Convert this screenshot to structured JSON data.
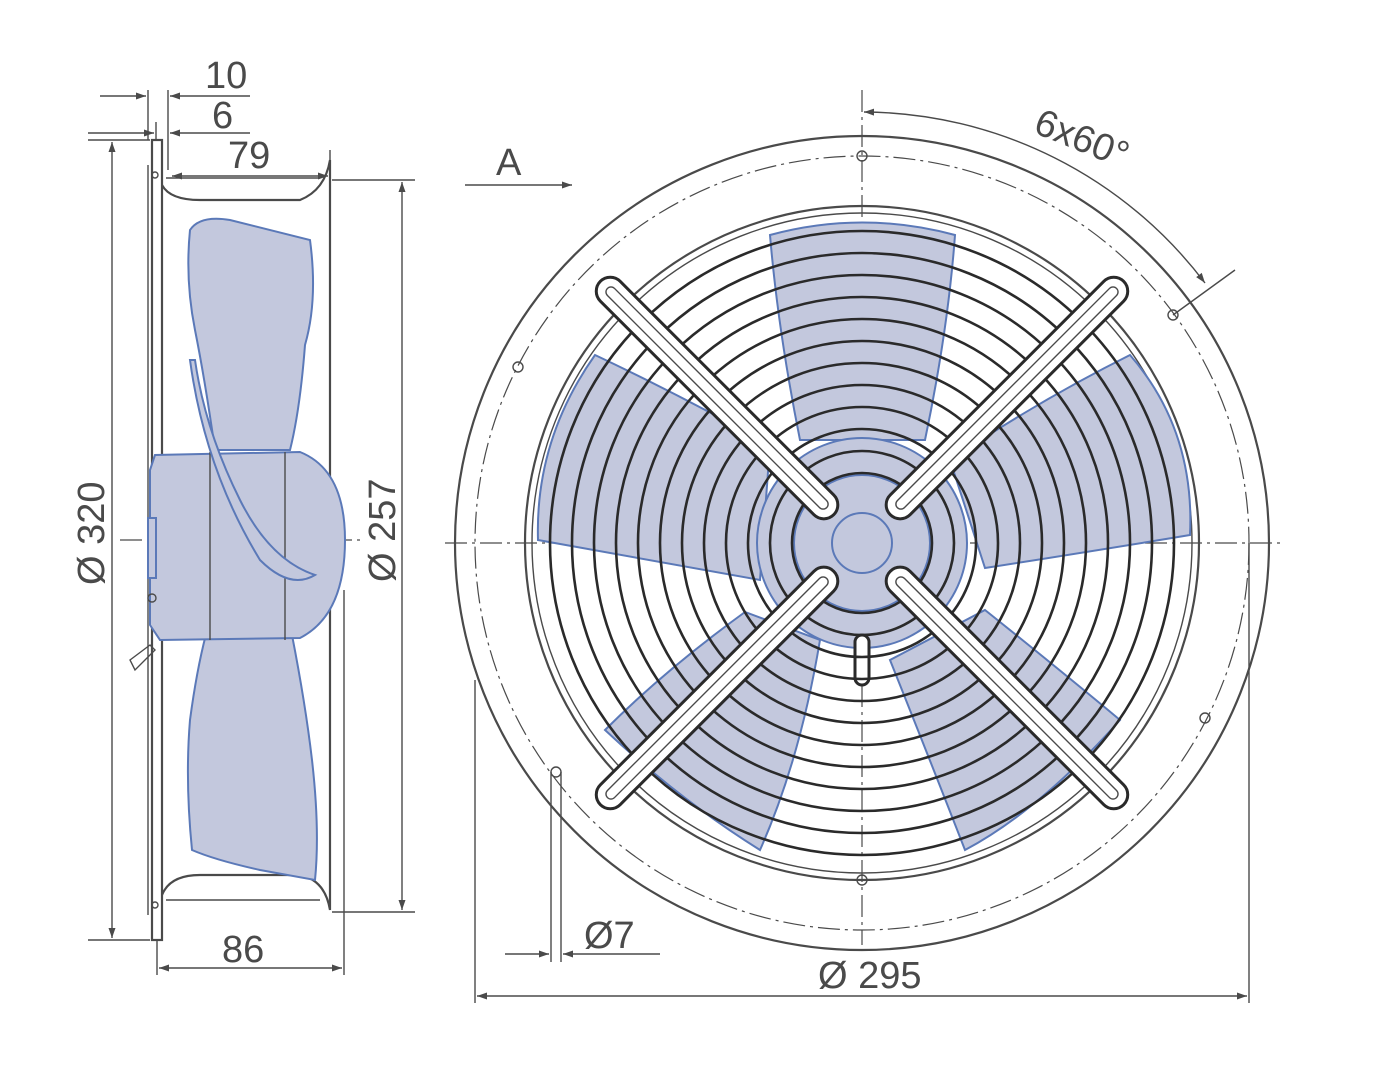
{
  "drawing": {
    "colors": {
      "line": "#4a4a4a",
      "blade_fill": "#c3c8dd",
      "blade_stroke": "#5b79b8",
      "background": "#ffffff"
    },
    "side_view": {
      "dim_flange_10": "10",
      "dim_flange_6": "6",
      "dim_depth_79": "79",
      "dim_depth_86": "86",
      "dim_diameter_320": "Ø 320",
      "dim_diameter_257": "Ø 257"
    },
    "front_view": {
      "view_label": "A",
      "dim_holes_angle": "6x60°",
      "dim_hole_diameter": "Ø7",
      "dim_bolt_circle": "Ø 295"
    }
  }
}
